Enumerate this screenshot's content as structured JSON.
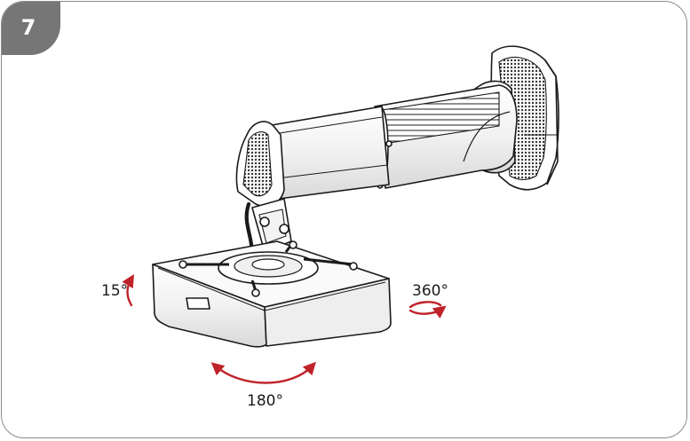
{
  "step": {
    "number": "7"
  },
  "labels": {
    "tilt": "15°",
    "pan": "360°",
    "rotation": "180°"
  },
  "colors": {
    "frame_border": "#8a8a8a",
    "badge_fill": "#767676",
    "arrow": "#c0222a",
    "line_art": "#1a1a1a"
  },
  "icons": {
    "tilt_arrow": "vertical-curved-arrow-icon",
    "pan_arrow": "circular-rotation-arrow-icon",
    "rotation_arrow": "double-headed-arc-arrow-icon"
  }
}
